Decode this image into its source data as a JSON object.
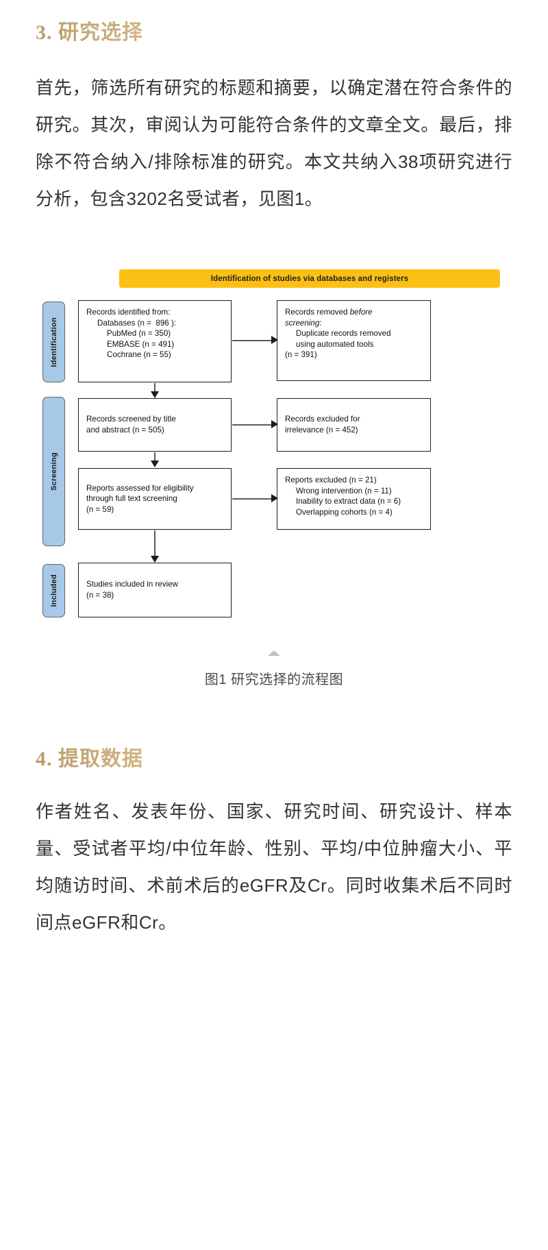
{
  "theme": {
    "heading_gold": "#bda273",
    "banner_yellow": "#fcc015",
    "stage_blue": "#a8c8e8",
    "text_color": "#333333"
  },
  "sections": [
    {
      "id": "study-selection",
      "heading": "3. 研究选择",
      "paragraph": "首先，筛选所有研究的标题和摘要，以确定潜在符合条件的研究。其次，审阅认为可能符合条件的文章全文。最后，排除不符合纳入/排除标准的研究。本文共纳入38项研究进行分析，包含3202名受试者，见图1。"
    },
    {
      "id": "data-extraction",
      "heading": "4. 提取数据",
      "paragraph": "作者姓名、发表年份、国家、研究时间、研究设计、样本量、受试者平均/中位年龄、性别、平均/中位肿瘤大小、平均随访时间、术前术后的eGFR及Cr。同时收集术后不同时间点eGFR和Cr。"
    }
  ],
  "figure": {
    "caption": "图1 研究选择的流程图",
    "banner": "Identification of studies via databases and registers",
    "stages": [
      {
        "key": "identification",
        "label": "Identification"
      },
      {
        "key": "screening",
        "label": "Screening"
      },
      {
        "key": "included",
        "label": "Included"
      }
    ],
    "nodes": {
      "identified": {
        "lines": [
          "Records identified from:",
          "Databases (n =  896 ):",
          "PubMed (n = 350)",
          "EMBASE (n = 491)",
          "Cochrane (n = 55)"
        ]
      },
      "removed": {
        "line1": "Records removed ",
        "line1_italic": "before",
        "line2_italic": "screening",
        "line2_rest": ":",
        "line3": "Duplicate records removed",
        "line4": "using automated tools",
        "line5": "(n = 391)"
      },
      "screened": {
        "lines": [
          "Records screened by title",
          "and abstract (n = 505)"
        ]
      },
      "excluded": {
        "lines": [
          "Records excluded for",
          "irrelevance (n = 452)"
        ]
      },
      "eligible": {
        "lines": [
          "Reports assessed for eligibility",
          "through full text screening",
          "(n = 59)"
        ]
      },
      "reports_excluded": {
        "lines": [
          "Reports excluded (n = 21)",
          "Wrong intervention (n = 11)",
          "Inability to extract data (n = 6)",
          "Overlapping cohorts (n = 4)"
        ]
      },
      "included": {
        "lines": [
          "Studies included in review",
          "(n = 38)"
        ]
      }
    }
  }
}
